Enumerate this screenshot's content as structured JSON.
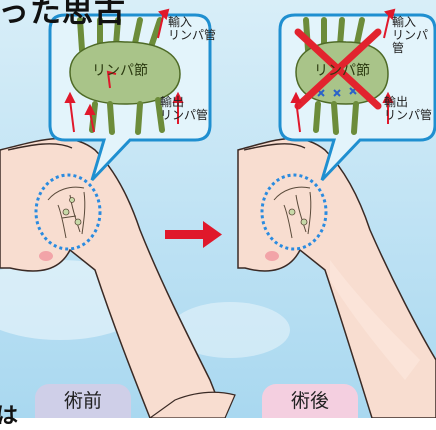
{
  "title_fragment": "った思古",
  "before": {
    "badge": "術前",
    "node_label": "リンパ節",
    "afferent_line1": "輸入",
    "afferent_line2": "リンパ管",
    "efferent_line1": "輸出",
    "efferent_line2": "リンパ管"
  },
  "after": {
    "badge": "術後",
    "node_label": "リンパ節",
    "afferent_line1": "輸入",
    "afferent_line2": "リンパ管",
    "efferent_line1": "輸出",
    "efferent_line2": "リンパ管"
  },
  "bottom_char": "は",
  "colors": {
    "sky": "#bfe3f4",
    "skin": "#f8ddd0",
    "node": "#a9c489",
    "dotted_circle": "#2a8be0",
    "arrow_red": "#e0182b",
    "cross_red": "#e2232e"
  }
}
